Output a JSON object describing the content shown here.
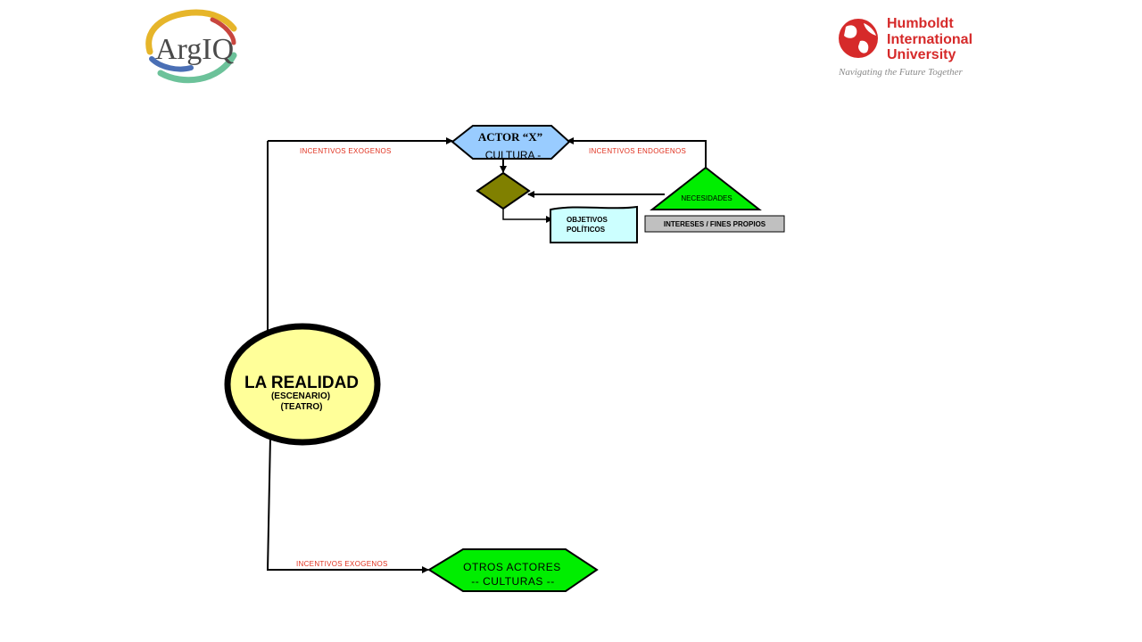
{
  "logos": {
    "left": {
      "text": "ArgIQ"
    },
    "right": {
      "name_line1": "Humboldt",
      "name_line2": "International",
      "name_line3": "University",
      "tagline": "Navigating the Future Together"
    }
  },
  "diagram": {
    "actor": {
      "line1": "ACTOR “X”",
      "line2": "CULTURA  -"
    },
    "incentivos_exogenos_top": "INCENTIVOS  EXOGENOS",
    "incentivos_endogenos": "INCENTIVOS  ENDOGENOS",
    "necesidades": "NECESIDADES",
    "intereses": "INTERESES / FINES PROPIOS",
    "objetivos": {
      "line1": "OBJETIVOS",
      "line2": "POLÍTICOS"
    },
    "realidad": {
      "title": "LA REALIDAD",
      "line2": "(ESCENARIO)",
      "line3": "(TEATRO)"
    },
    "incentivos_exogenos_bottom": "INCENTIVOS  EXOGENOS",
    "otros": {
      "line1": "OTROS  ACTORES",
      "line2": "--  CULTURAS  --"
    }
  },
  "colors": {
    "actor_fill": "#99ccff",
    "diamond_fill": "#808000",
    "necesidades_fill": "#00ee00",
    "intereses_fill": "#c0c0c0",
    "objetivos_fill": "#ccffff",
    "realidad_fill": "#ffff99",
    "otros_fill": "#00ee00",
    "label_red": "#e0301e"
  }
}
